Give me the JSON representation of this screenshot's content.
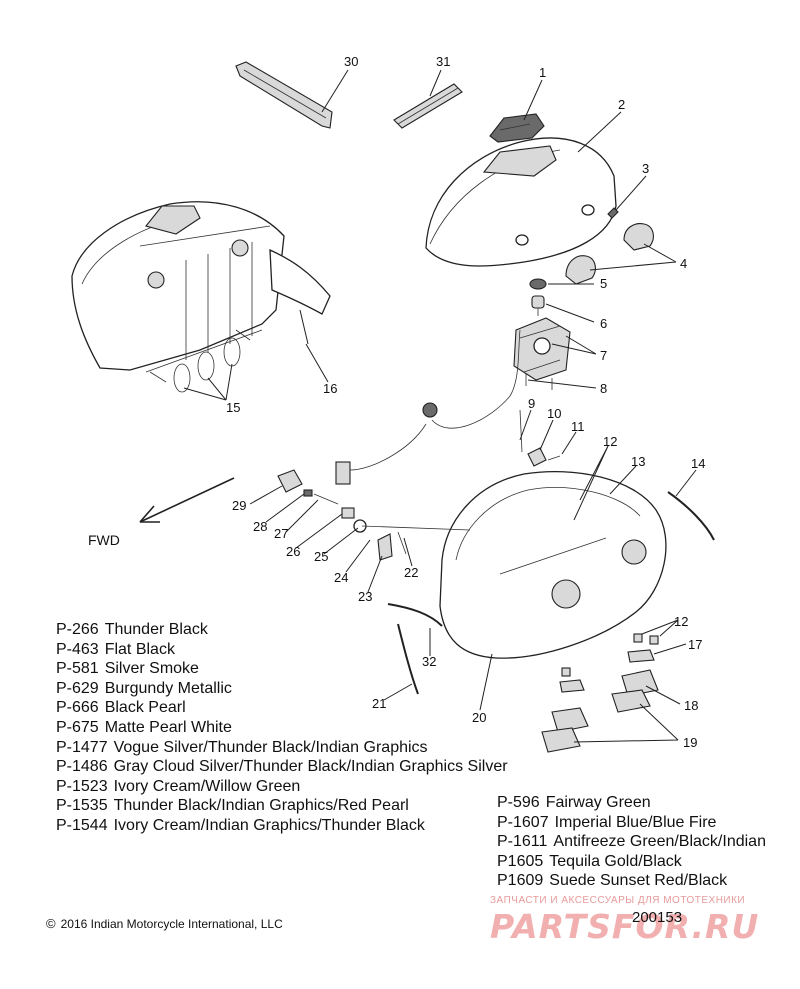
{
  "diagram": {
    "callouts": {
      "c1": "1",
      "c2": "2",
      "c3": "3",
      "c4": "4",
      "c5": "5",
      "c6": "6",
      "c7": "7",
      "c8": "8",
      "c9": "9",
      "c10": "10",
      "c11": "11",
      "c12": "12",
      "c12b": "12",
      "c13": "13",
      "c14": "14",
      "c15": "15",
      "c16": "16",
      "c17": "17",
      "c18": "18",
      "c19": "19",
      "c20": "20",
      "c21": "21",
      "c22": "22",
      "c23": "23",
      "c24": "24",
      "c25": "25",
      "c26": "26",
      "c27": "27",
      "c28": "28",
      "c29": "29",
      "c30": "30",
      "c31": "31",
      "c32": "32"
    },
    "fwd_label": "FWD"
  },
  "paint_codes_left": [
    {
      "code": "P-266",
      "name": "Thunder Black"
    },
    {
      "code": "P-463",
      "name": "Flat Black"
    },
    {
      "code": "P-581",
      "name": "Silver Smoke"
    },
    {
      "code": "P-629",
      "name": "Burgundy Metallic"
    },
    {
      "code": "P-666",
      "name": "Black Pearl"
    },
    {
      "code": "P-675",
      "name": "Matte Pearl White"
    },
    {
      "code": "P-1477",
      "name": "Vogue Silver/Thunder Black/Indian Graphics"
    },
    {
      "code": "P-1486",
      "name": "Gray Cloud Silver/Thunder Black/Indian Graphics Silver"
    },
    {
      "code": "P-1523",
      "name": "Ivory Cream/Willow Green"
    },
    {
      "code": "P-1535",
      "name": "Thunder Black/Indian Graphics/Red Pearl"
    },
    {
      "code": "P-1544",
      "name": "Ivory Cream/Indian Graphics/Thunder Black"
    }
  ],
  "paint_codes_right": [
    {
      "code": "P-596",
      "name": "Fairway Green"
    },
    {
      "code": "P-1607",
      "name": "Imperial Blue/Blue Fire"
    },
    {
      "code": "P-1611",
      "name": "Antifreeze Green/Black/Indian"
    },
    {
      "code": "P1605",
      "name": "Tequila Gold/Black"
    },
    {
      "code": "P1609",
      "name": "Suede Sunset Red/Black"
    }
  ],
  "footer": {
    "copyright_symbol": "©",
    "copyright": "2016 Indian Motorcycle International, LLC",
    "drawing_number": "200153"
  },
  "watermark": {
    "tagline": "ЗАПЧАСТИ И АКСЕССУАРЫ ДЛЯ МОТОТЕХНИКИ",
    "logo": "PARTSFOR.RU"
  }
}
